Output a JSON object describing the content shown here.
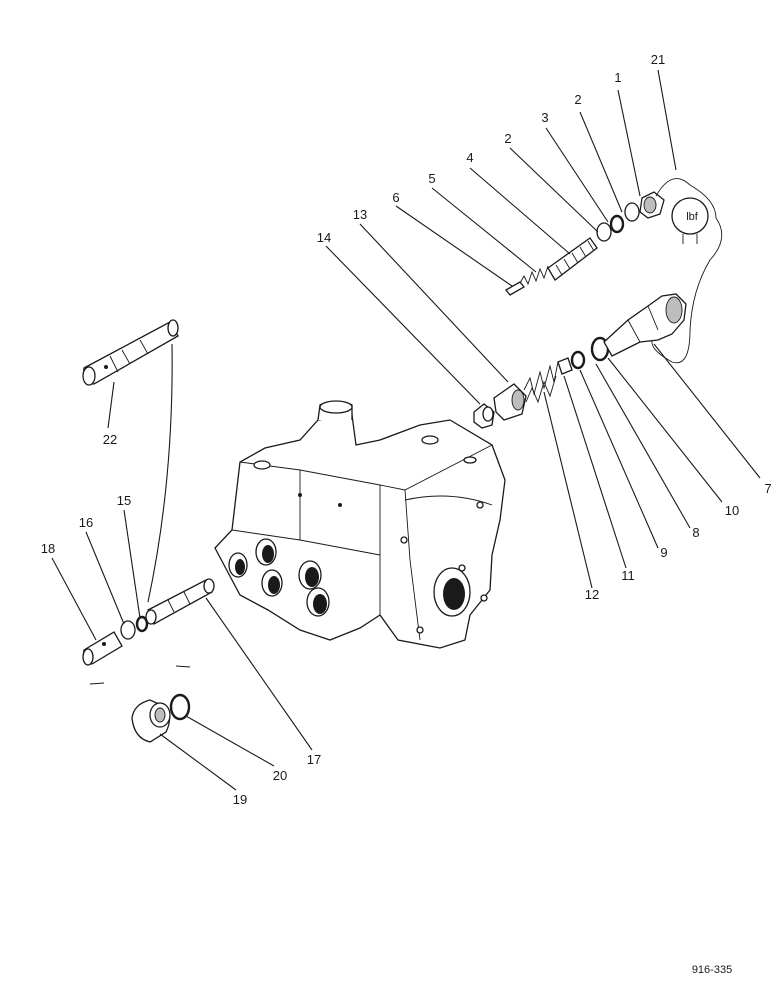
{
  "drawing_number": "916-335",
  "gauge_marking": "lbf",
  "callouts": [
    {
      "id": "c1",
      "label": "1"
    },
    {
      "id": "c2a",
      "label": "2"
    },
    {
      "id": "c2b",
      "label": "2"
    },
    {
      "id": "c3",
      "label": "3"
    },
    {
      "id": "c4",
      "label": "4"
    },
    {
      "id": "c5",
      "label": "5"
    },
    {
      "id": "c6",
      "label": "6"
    },
    {
      "id": "c7",
      "label": "7"
    },
    {
      "id": "c8",
      "label": "8"
    },
    {
      "id": "c9",
      "label": "9"
    },
    {
      "id": "c10",
      "label": "10"
    },
    {
      "id": "c11",
      "label": "11"
    },
    {
      "id": "c12",
      "label": "12"
    },
    {
      "id": "c13",
      "label": "13"
    },
    {
      "id": "c14",
      "label": "14"
    },
    {
      "id": "c15",
      "label": "15"
    },
    {
      "id": "c16",
      "label": "16"
    },
    {
      "id": "c17",
      "label": "17"
    },
    {
      "id": "c18",
      "label": "18"
    },
    {
      "id": "c19",
      "label": "19"
    },
    {
      "id": "c20",
      "label": "20"
    },
    {
      "id": "c21",
      "label": "21"
    },
    {
      "id": "c22",
      "label": "22"
    }
  ]
}
